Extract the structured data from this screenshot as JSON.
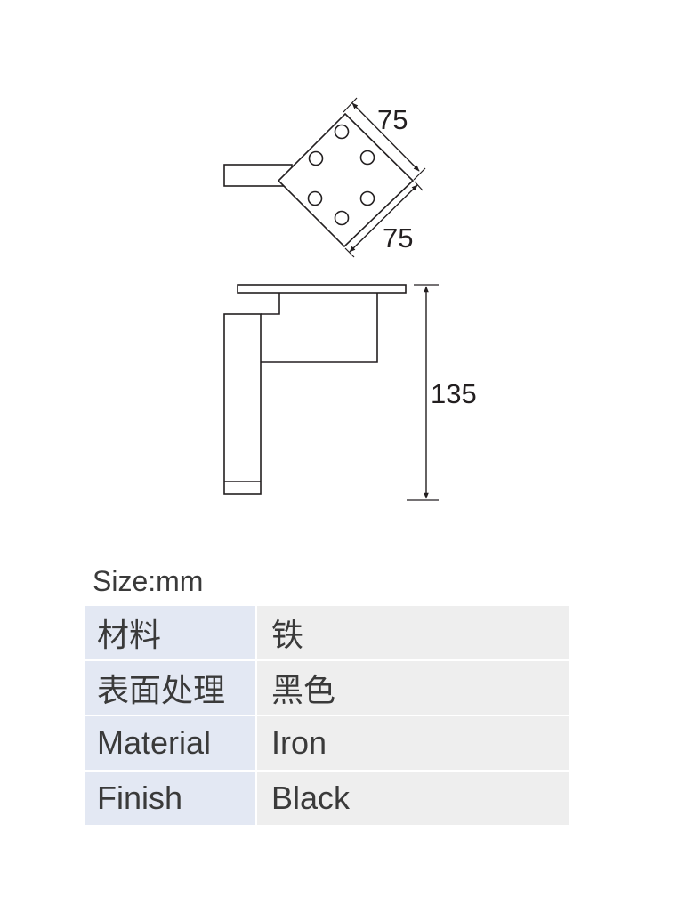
{
  "drawing": {
    "top_view": {
      "dim_upper": "75",
      "dim_lower": "75"
    },
    "side_view": {
      "dim_height": "135"
    },
    "line_color": "#231f20"
  },
  "size_caption": "Size:mm",
  "spec_table": {
    "rows": [
      {
        "key": "材料",
        "value": "铁"
      },
      {
        "key": "表面处理",
        "value": "黑色"
      },
      {
        "key": "Material",
        "value": "Iron"
      },
      {
        "key": "Finish",
        "value": "Black"
      }
    ],
    "key_bg": "#e3e8f3",
    "value_bg": "#eeeeee"
  }
}
